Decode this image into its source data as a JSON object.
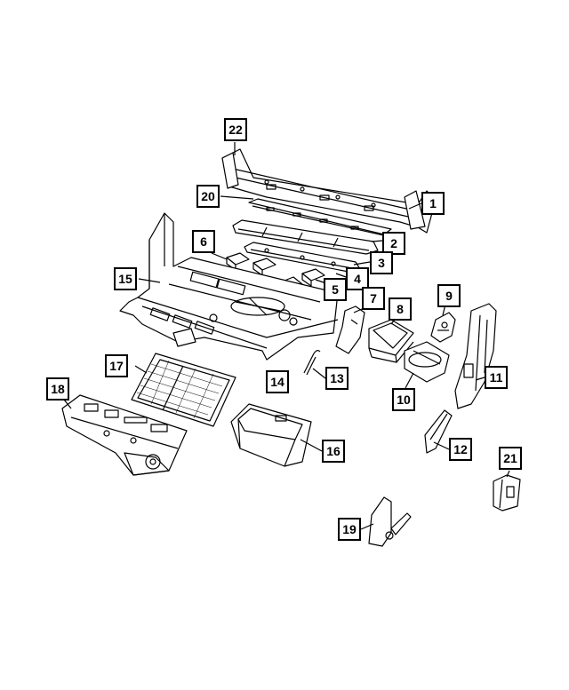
{
  "diagram": {
    "background": "#ffffff",
    "line_color": "#000000",
    "callouts": [
      {
        "id": "c1",
        "label": "1"
      },
      {
        "id": "c2",
        "label": "2"
      },
      {
        "id": "c3",
        "label": "3"
      },
      {
        "id": "c4",
        "label": "4"
      },
      {
        "id": "c5",
        "label": "5"
      },
      {
        "id": "c6",
        "label": "6"
      },
      {
        "id": "c7",
        "label": "7"
      },
      {
        "id": "c8",
        "label": "8"
      },
      {
        "id": "c9",
        "label": "9"
      },
      {
        "id": "c10",
        "label": "10"
      },
      {
        "id": "c11",
        "label": "11"
      },
      {
        "id": "c12",
        "label": "12"
      },
      {
        "id": "c13",
        "label": "13"
      },
      {
        "id": "c14",
        "label": "14"
      },
      {
        "id": "c15",
        "label": "15"
      },
      {
        "id": "c16",
        "label": "16"
      },
      {
        "id": "c17",
        "label": "17"
      },
      {
        "id": "c18",
        "label": "18"
      },
      {
        "id": "c19",
        "label": "19"
      },
      {
        "id": "c20",
        "label": "20"
      },
      {
        "id": "c21",
        "label": "21"
      },
      {
        "id": "c22",
        "label": "22"
      }
    ]
  }
}
